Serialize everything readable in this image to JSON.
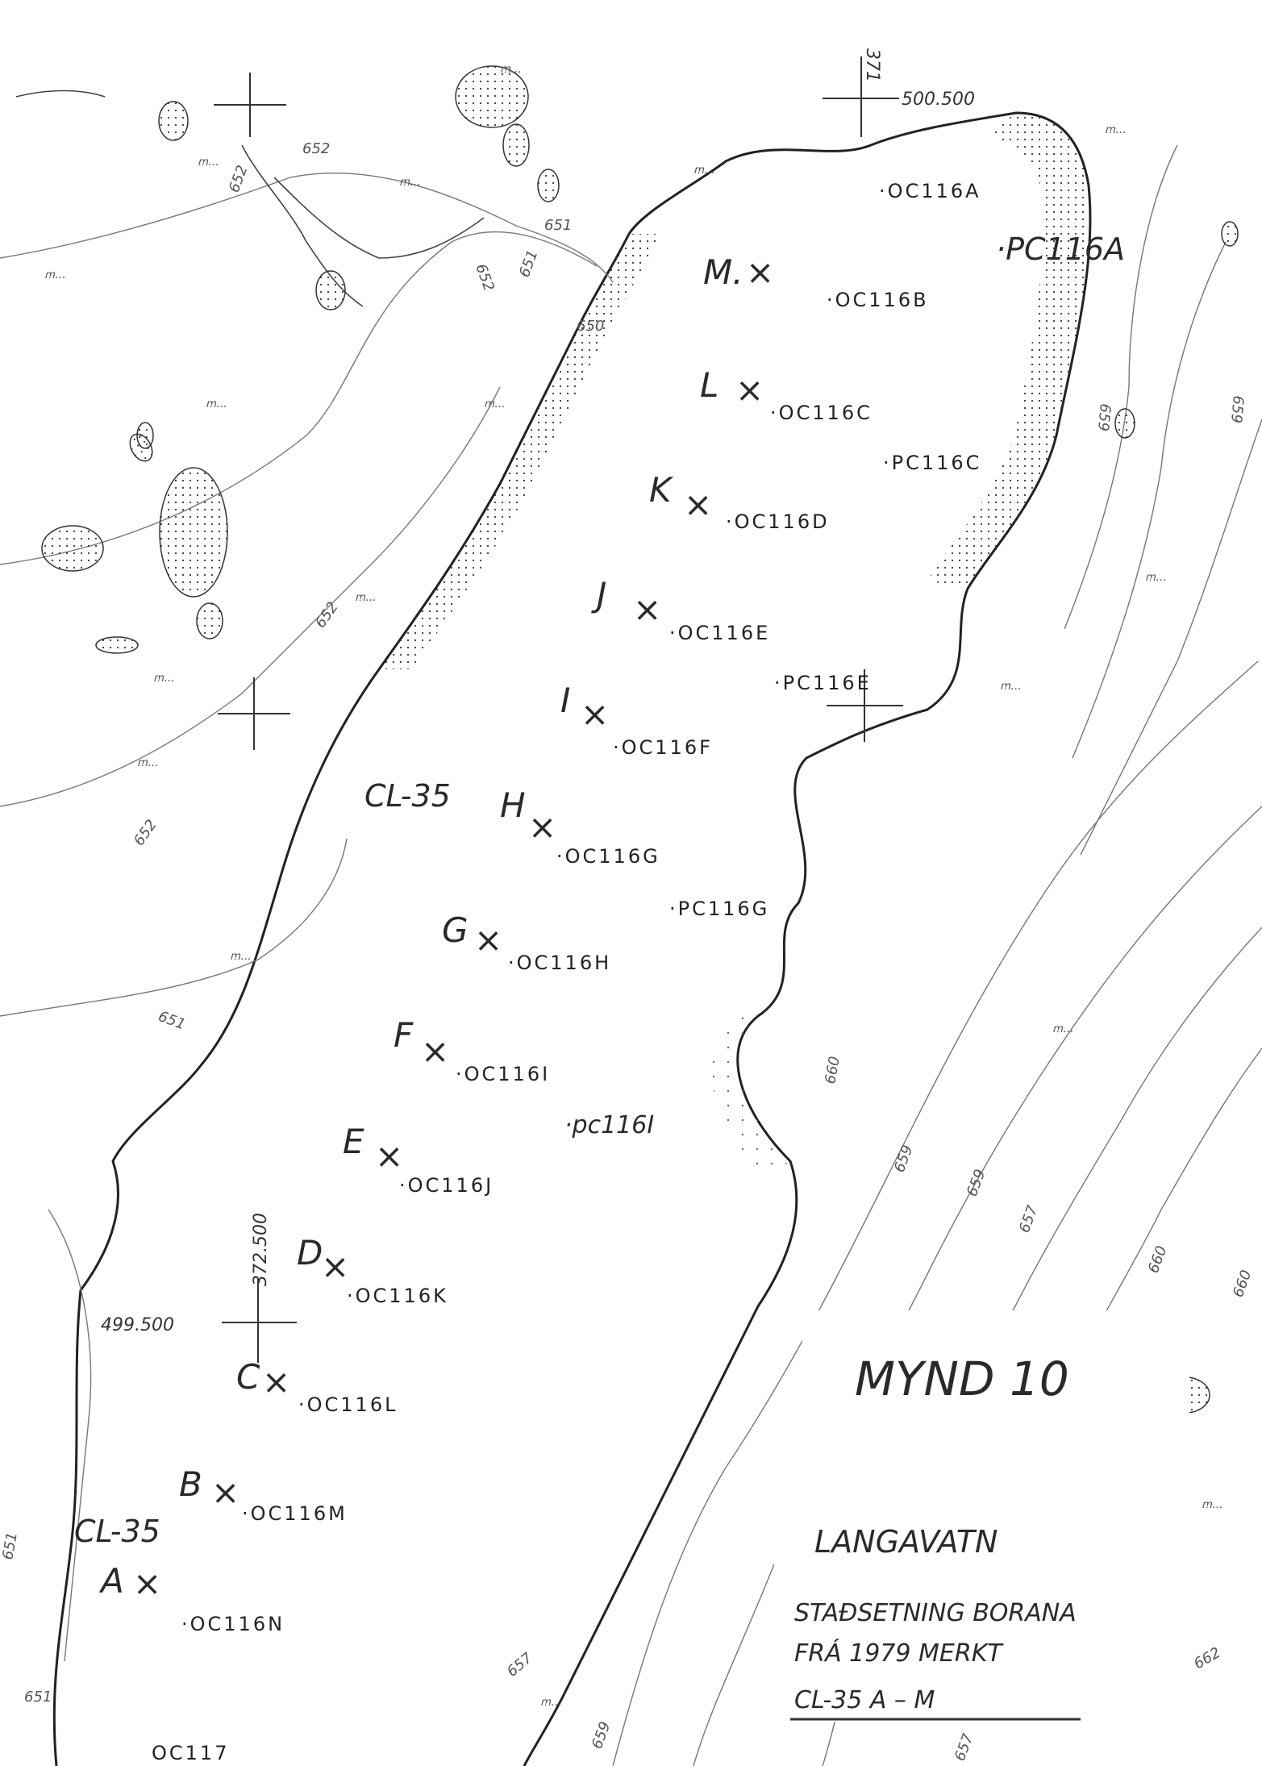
{
  "map": {
    "title": "MYND 10",
    "lake_name": "LANGAVATN",
    "caption_line1": "STAÐSETNING BORANA",
    "caption_line2": "FRÁ 1979 MERKT",
    "caption_line3": "CL-35 A – M",
    "series_label_top": "CL-35",
    "series_label_bottom": "CL-35",
    "grid": {
      "northing_top": "500.500",
      "easting_top": "371",
      "northing_bottom": "499.500",
      "easting_bottom": "372.500"
    },
    "contours": [
      "652",
      "652",
      "652",
      "651",
      "651",
      "650",
      "652",
      "652",
      "651",
      "651",
      "651",
      "659",
      "659",
      "660",
      "659",
      "659",
      "657",
      "660",
      "660",
      "662",
      "657",
      "659",
      "657"
    ],
    "marsh_symbol": "ꭑ...",
    "boreholes": [
      {
        "letter": "M.",
        "core": "·OC116A",
        "core2": "·OC116B"
      },
      {
        "letter": "L",
        "core": "·OC116C"
      },
      {
        "letter": "K",
        "core": "·OC116D"
      },
      {
        "letter": "J",
        "core": "·OC116E"
      },
      {
        "letter": "I",
        "core": "·OC116F"
      },
      {
        "letter": "H",
        "core": "·OC116G"
      },
      {
        "letter": "G",
        "core": "·OC116H"
      },
      {
        "letter": "F",
        "core": "·OC116I"
      },
      {
        "letter": "E",
        "core": "·OC116J"
      },
      {
        "letter": "D",
        "core": "·OC116K"
      },
      {
        "letter": "C",
        "core": "·OC116L"
      },
      {
        "letter": "B",
        "core": "·OC116M"
      },
      {
        "letter": "A",
        "core": "·OC116N"
      }
    ],
    "extra_core": "OC117",
    "piston_cores": [
      "·PC116A",
      "·PC116C",
      "·PC116E",
      "·PC116G",
      "·pc116I"
    ]
  }
}
